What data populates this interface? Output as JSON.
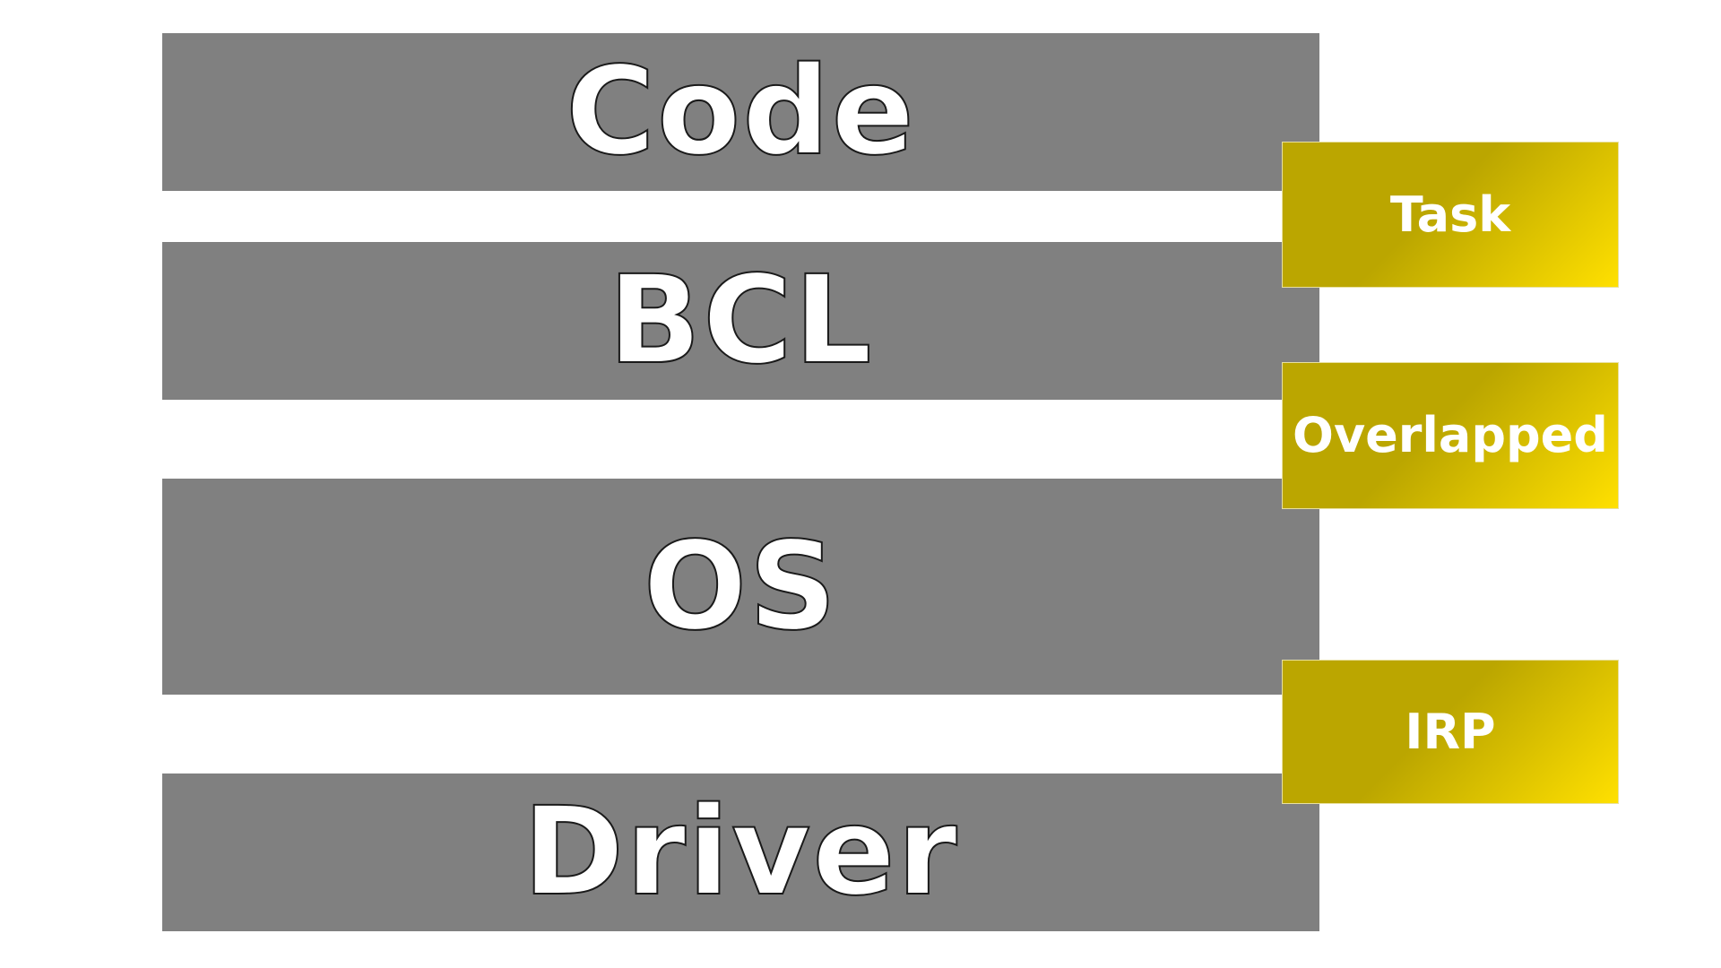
{
  "layers": [
    {
      "label": "Code"
    },
    {
      "label": "BCL"
    },
    {
      "label": "OS"
    },
    {
      "label": "Driver"
    }
  ],
  "tags": [
    {
      "label": "Task"
    },
    {
      "label": "Overlapped"
    },
    {
      "label": "IRP"
    }
  ],
  "colors": {
    "layer_fill": "#808080",
    "tag_dark": "#bba600",
    "tag_light": "#ffe000",
    "text": "#ffffff"
  }
}
